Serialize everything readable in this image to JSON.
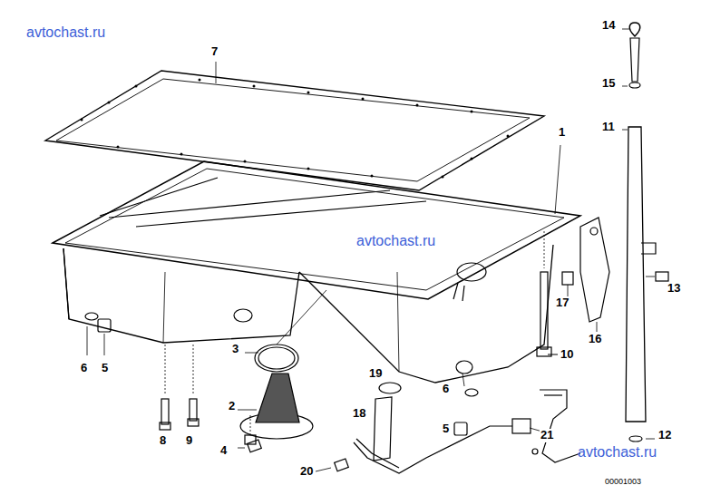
{
  "diagram": {
    "labels": [
      "avtochast.ru",
      "7",
      "14",
      "15",
      "11",
      "1",
      "avtochast.ru",
      "17",
      "13",
      "16",
      "6",
      "5",
      "10",
      "3",
      "19",
      "6",
      "5",
      "2",
      "18",
      "21",
      "8",
      "9",
      "4",
      "12",
      "avtochast.ru",
      "20",
      "00001003"
    ]
  }
}
